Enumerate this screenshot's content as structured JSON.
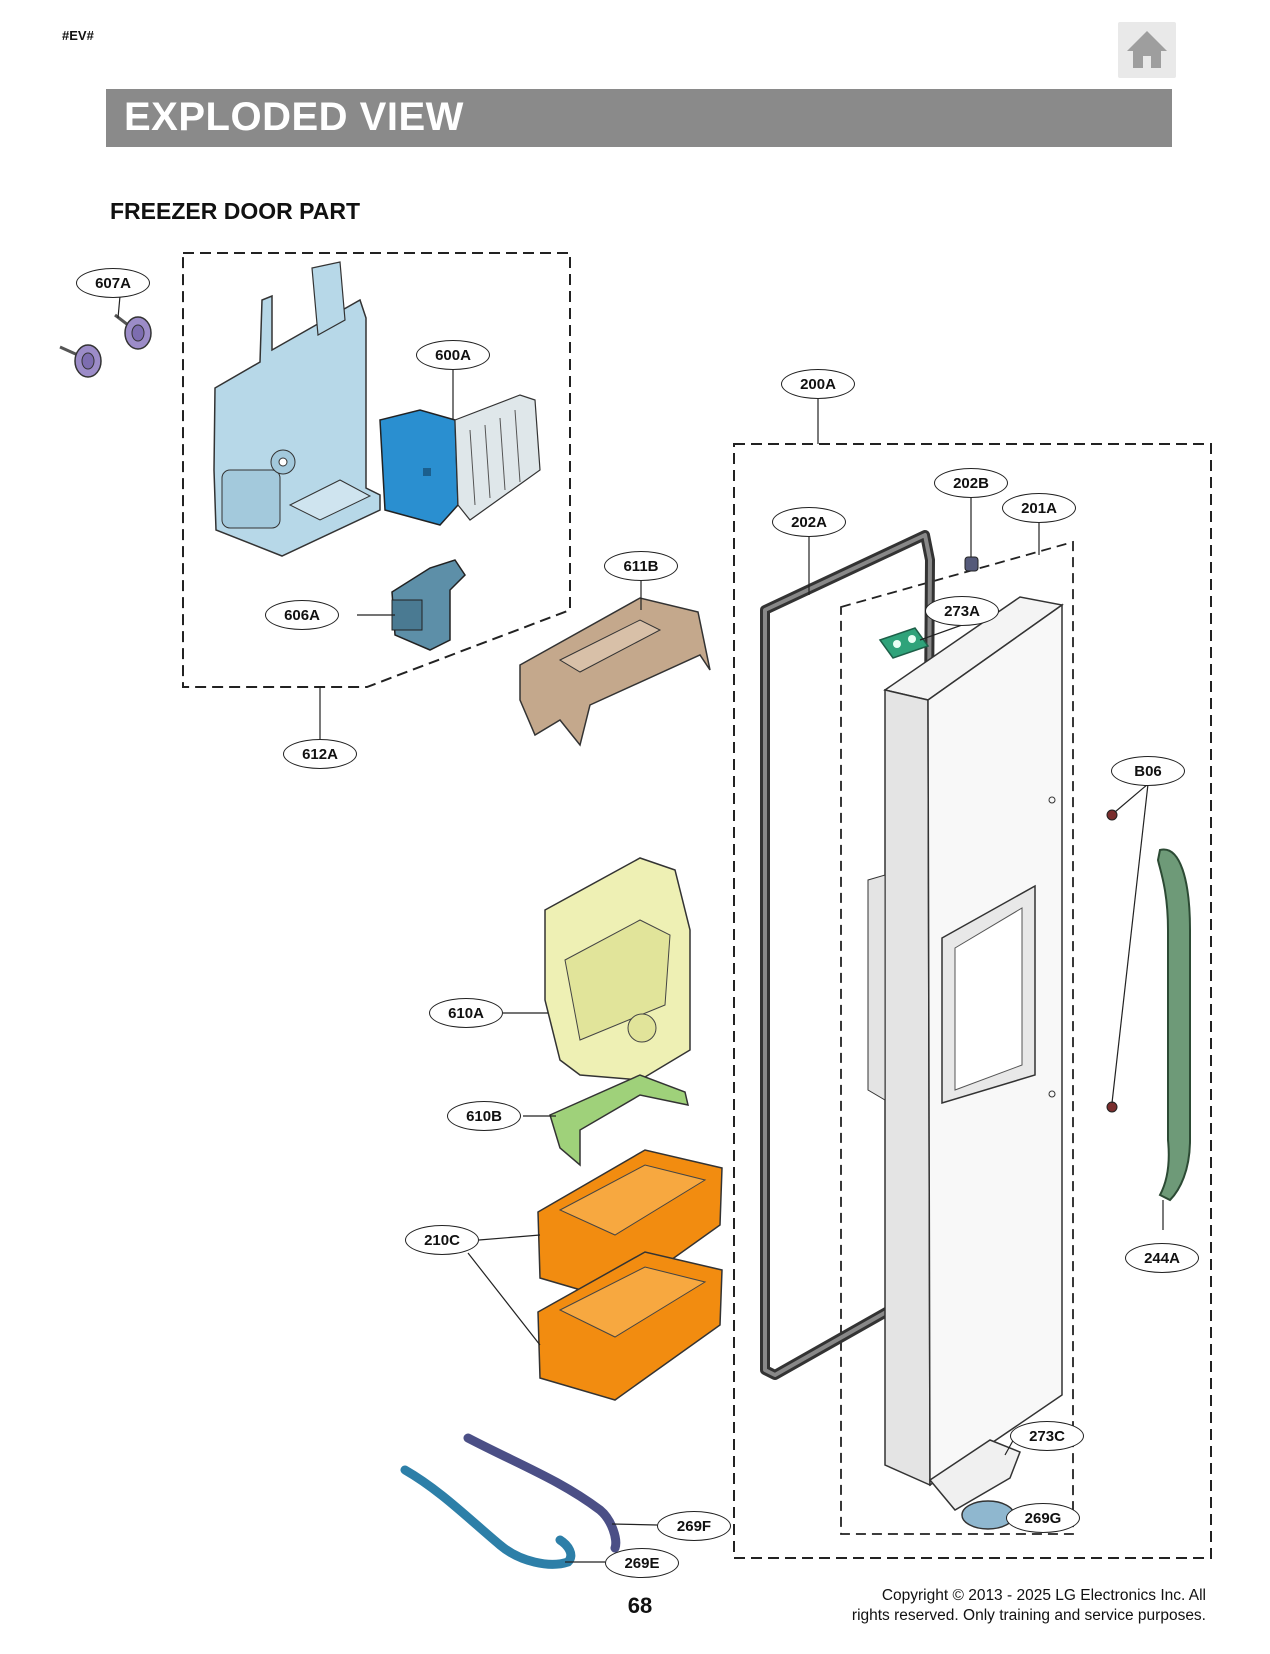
{
  "header": {
    "tag": "#EV#",
    "title": "EXPLODED VIEW"
  },
  "section": {
    "title": "FREEZER DOOR PART"
  },
  "colors": {
    "banner": "#8a8a8a",
    "ice_maker_bracket": "#b7d8e8",
    "ice_maker": "#2a8fd0",
    "auger_motor": "#5d8fa8",
    "cover": "#c4a88c",
    "ice_bin": "#eef0b4",
    "bin_bracket": "#9fd17a",
    "door_bins": "#f28c10",
    "handle": "#6e9a78",
    "hinge": "#2fa37a",
    "tubes_dark": "#4b4f86",
    "tubes_blue": "#2d7fa8",
    "knobs": "#9c8cc8"
  },
  "callouts": {
    "c607A": "607A",
    "c600A": "600A",
    "c200A": "200A",
    "c202B": "202B",
    "c201A": "201A",
    "c202A": "202A",
    "c611B": "611B",
    "c273A": "273A",
    "c606A": "606A",
    "c612A": "612A",
    "cB06": "B06",
    "c610A": "610A",
    "c610B": "610B",
    "c210C": "210C",
    "c244A": "244A",
    "c273C": "273C",
    "c269G": "269G",
    "c269F": "269F",
    "c269E": "269E"
  },
  "footer": {
    "page_number": "68",
    "copyright_line1": "Copyright © 2013 - 2025 LG Electronics Inc. All",
    "copyright_line2": "rights reserved. Only training and service purposes."
  }
}
